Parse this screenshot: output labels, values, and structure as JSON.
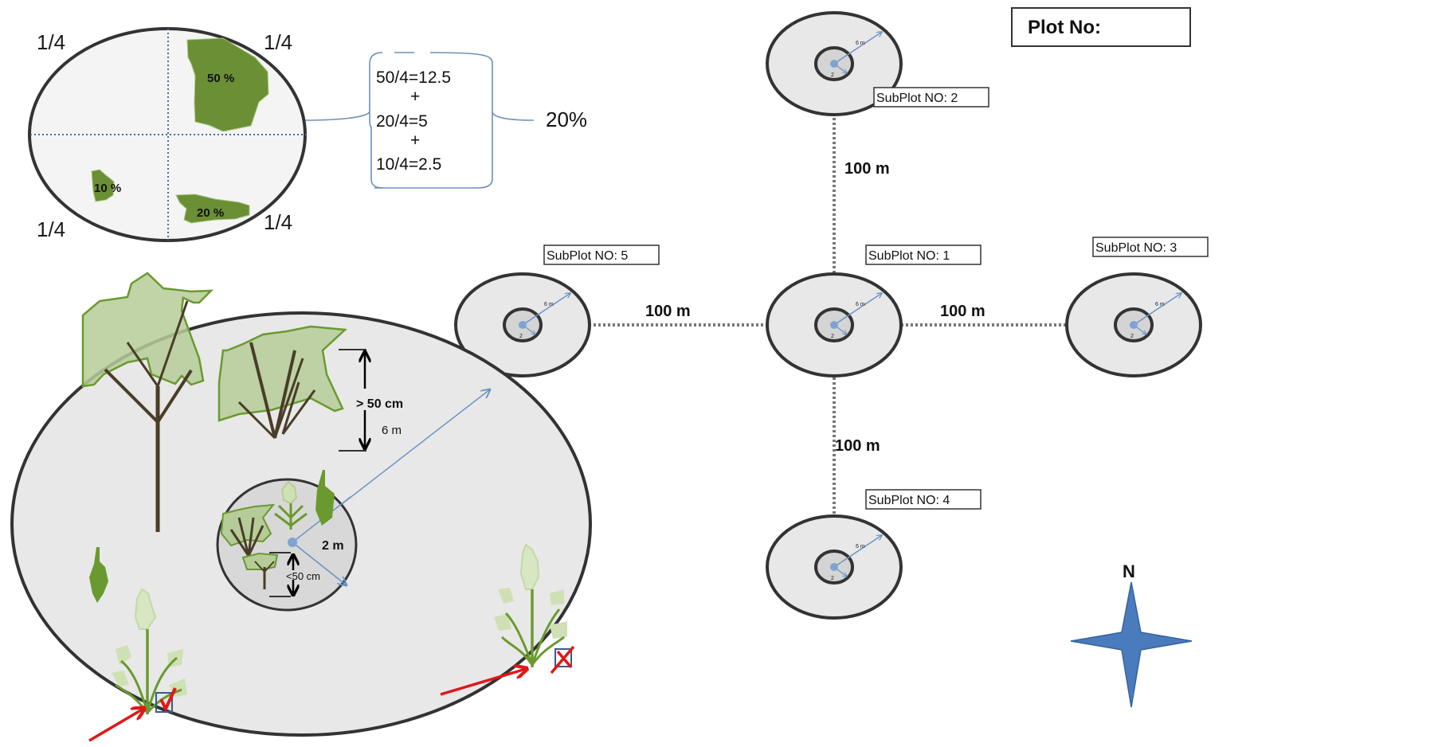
{
  "cover_estimation": {
    "quarter_labels": [
      "1/4",
      "1/4",
      "1/4",
      "1/4"
    ],
    "patches": [
      {
        "label": "50 %",
        "quadrant": "top-right"
      },
      {
        "label": "10 %",
        "quadrant": "bottom-left"
      },
      {
        "label": "20 %",
        "quadrant": "bottom-right"
      }
    ],
    "calculation_lines": [
      "50/4=12.5",
      "+",
      "20/4=5",
      "+",
      "10/4=2.5"
    ],
    "result": "20%"
  },
  "plot_layout": {
    "plot_number_label": "Plot No:",
    "subplots": [
      {
        "label": "SubPlot NO: 1",
        "position": "center"
      },
      {
        "label": "SubPlot NO: 2",
        "position": "north"
      },
      {
        "label": "SubPlot NO: 3",
        "position": "east"
      },
      {
        "label": "SubPlot NO: 4",
        "position": "south"
      },
      {
        "label": "SubPlot NO: 5",
        "position": "west"
      }
    ],
    "distances": {
      "west": "100 m",
      "east": "100 m",
      "north": "100 m",
      "south": "100 m"
    },
    "outer_radius_label": "6 m",
    "inner_radius_label": "2"
  },
  "subplot_detail": {
    "large_vegetation_label": "> 50 cm",
    "outer_radius": "6 m",
    "small_vegetation_label": "<50 cm",
    "inner_radius": "2 m",
    "included_mark": "check",
    "excluded_mark": "cross"
  },
  "compass": {
    "north_label": "N"
  },
  "colors": {
    "vegetation_dark": "#6a8f35",
    "vegetation_light": "#b5cc98",
    "trunk": "#4a3d28",
    "plot_fill": "#e8e8e8",
    "inner_fill": "#d4d4d4",
    "outline": "#333333",
    "radius_arrow": "#6b93c4",
    "center_dot": "#7fa3d1",
    "compass": "#4a7bbd",
    "red_arrow": "#e01818",
    "dotted_line": "#777777",
    "quadrant_line": "#3f6fb0"
  }
}
